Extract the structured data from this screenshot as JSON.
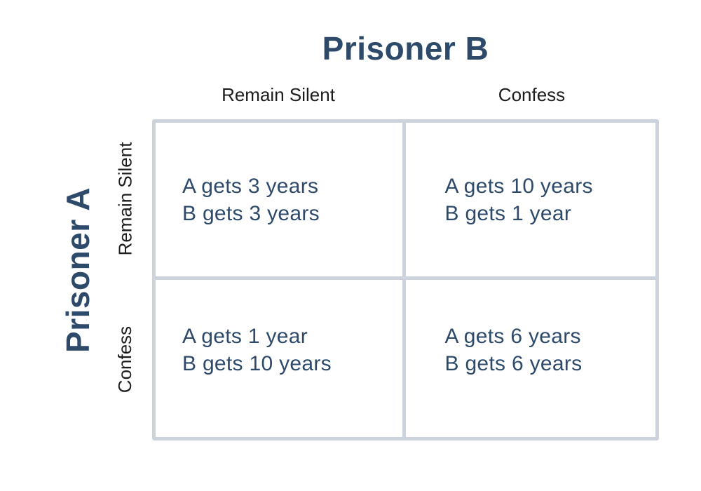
{
  "colors": {
    "accent_navy": "#2e4a6b",
    "grid_line": "#ccd3dd",
    "option_label_text": "#1c1c1c",
    "background": "#ffffff"
  },
  "titles": {
    "column_player": "Prisoner B",
    "row_player": "Prisoner A"
  },
  "columns": [
    {
      "label": "Remain Silent"
    },
    {
      "label": "Confess"
    }
  ],
  "rows": [
    {
      "label": "Remain Silent"
    },
    {
      "label": "Confess"
    }
  ],
  "cells": [
    {
      "row": "Remain Silent",
      "col": "Remain Silent",
      "line1": "A gets 3 years",
      "line2": "B gets 3 years"
    },
    {
      "row": "Remain Silent",
      "col": "Confess",
      "line1": "A gets 10 years",
      "line2": "B gets 1 year"
    },
    {
      "row": "Confess",
      "col": "Remain Silent",
      "line1": "A gets 1 year",
      "line2": "B gets 10 years"
    },
    {
      "row": "Confess",
      "col": "Confess",
      "line1": "A gets 6 years",
      "line2": "B gets 6 years"
    }
  ]
}
